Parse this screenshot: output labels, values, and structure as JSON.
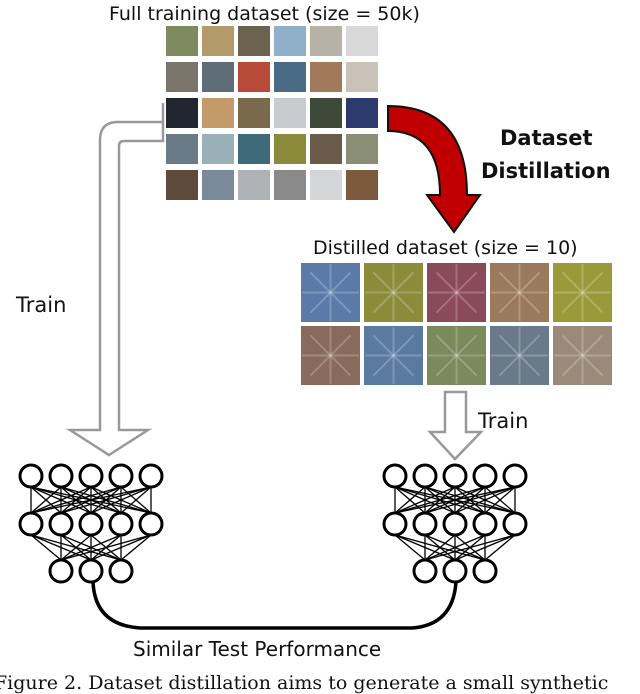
{
  "full_dataset": {
    "title": "Full training dataset (size = 50k)",
    "thumbnail_colors": [
      "#7f8a5e",
      "#b39a6a",
      "#6b6250",
      "#8fb0c8",
      "#b7b2a6",
      "#d8d8d8",
      "#7a756b",
      "#5e6c78",
      "#b84a3a",
      "#4a6b86",
      "#a07a5a",
      "#c8c2b8",
      "#222630",
      "#c49a6a",
      "#7a6a4c",
      "#c8ccd0",
      "#3d4a3a",
      "#2c3a6e",
      "#6a7a86",
      "#9ab0b8",
      "#3f6a7a",
      "#8a8a3a",
      "#6a5a4a",
      "#8a8e74",
      "#5e4a3a",
      "#7a8a9a",
      "#aeb2b6",
      "#8a8a8a",
      "#d4d6d8",
      "#7a5a3a"
    ]
  },
  "distilled_dataset": {
    "title": "Distilled dataset (size = 10)",
    "thumbnail_colors": [
      "#5a7aa8",
      "#8a8c3a",
      "#8a4a5a",
      "#9a7a5a",
      "#9a9a3a",
      "#8a6a5a",
      "#5a7aa0",
      "#7a8a5a",
      "#6a7a8a",
      "#9a8a7a"
    ]
  },
  "distillation_label": {
    "line1": "Dataset",
    "line2": "Distillation"
  },
  "train_left": "Train",
  "train_right": "Train",
  "similar_performance": "Similar Test Performance",
  "caption": "Figure 2. Dataset distillation aims to generate a small synthetic",
  "colors": {
    "distill_arrow": "#c00000",
    "outline": "#999999",
    "network": "#000000"
  }
}
